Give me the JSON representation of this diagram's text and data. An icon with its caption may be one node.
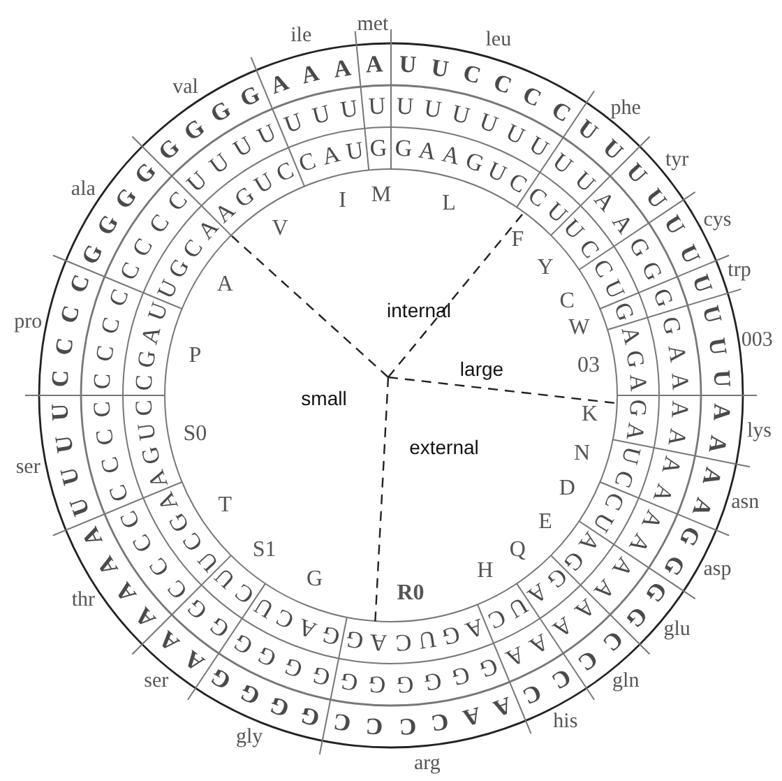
{
  "diagram": {
    "labels": [
      "met",
      "leu",
      "phe",
      "tyr",
      "cys",
      "trp",
      "003",
      "lys",
      "asn",
      "asp",
      "glu",
      "gln",
      "his",
      "arg",
      "gly",
      "ser",
      "thr",
      "ser",
      "pro",
      "ala",
      "val",
      "ile",
      "M",
      "L",
      "F",
      "Y",
      "C",
      "W",
      "03",
      "K",
      "N",
      "D",
      "E",
      "Q",
      "H",
      "R0",
      "G",
      "S1",
      "T",
      "S0",
      "P",
      "A",
      "V",
      "I",
      "internal",
      "large",
      "small",
      "external",
      "A",
      "U",
      "U",
      "C",
      "C",
      "C",
      "C",
      "U",
      "U",
      "U",
      "U",
      "U",
      "U",
      "U",
      "U",
      "U",
      "U",
      "A",
      "A",
      "A",
      "A",
      "G",
      "G",
      "G",
      "G",
      "C",
      "C",
      "C",
      "C",
      "A",
      "A",
      "C",
      "C",
      "C",
      "C",
      "G",
      "G",
      "G",
      "G",
      "A",
      "A",
      "A",
      "A",
      "A",
      "A",
      "U",
      "U",
      "U",
      "U",
      "C",
      "C",
      "C",
      "C",
      "G",
      "G",
      "G",
      "G",
      "G",
      "G",
      "G",
      "G",
      "A",
      "A",
      "A",
      "U",
      "U",
      "U",
      "U",
      "U",
      "U",
      "U",
      "U",
      "U",
      "A",
      "A",
      "G",
      "G",
      "G",
      "G",
      "A",
      "A",
      "A",
      "A",
      "A",
      "A",
      "A",
      "A",
      "A",
      "A",
      "A",
      "A",
      "A",
      "A",
      "G",
      "G",
      "G",
      "G",
      "G",
      "G",
      "G",
      "G",
      "G",
      "G",
      "G",
      "G",
      "C",
      "C",
      "C",
      "C",
      "C",
      "C",
      "C",
      "C",
      "C",
      "C",
      "C",
      "C",
      "C",
      "C",
      "C",
      "C",
      "U",
      "U",
      "U",
      "U",
      "U",
      "U",
      "U",
      "G",
      "G",
      "A",
      "A",
      "G",
      "U",
      "C",
      "C",
      "U",
      "U",
      "C",
      "C",
      "U",
      "G",
      "A",
      "G",
      "A",
      "G",
      "A",
      "U",
      "C",
      "C",
      "U",
      "A",
      "G",
      "G",
      "A",
      "U",
      "C",
      "A",
      "G",
      "U",
      "C",
      "A",
      "G",
      "G",
      "A",
      "C",
      "U",
      "C",
      "U",
      "U",
      "C",
      "G",
      "A",
      "A",
      "G",
      "U",
      "C",
      "C",
      "G",
      "A",
      "U",
      "U",
      "G",
      "C",
      "A",
      "A",
      "G",
      "U",
      "C",
      "C",
      "A",
      "U"
    ]
  }
}
